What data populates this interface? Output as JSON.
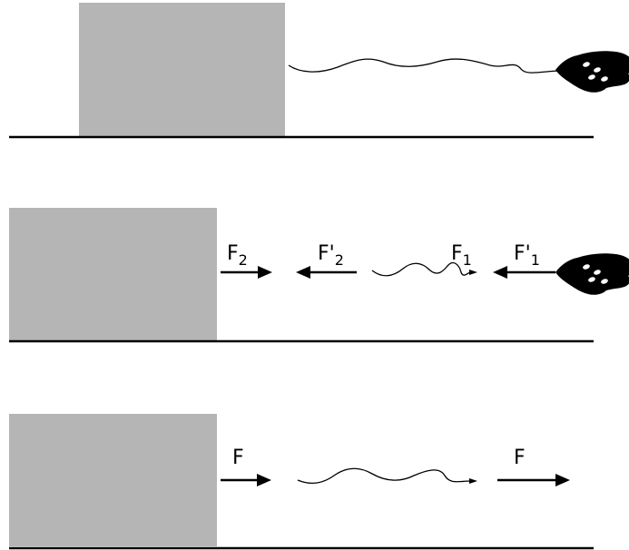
{
  "colors": {
    "block": "#b5b5b5",
    "ink": "#000000",
    "background": "#ffffff"
  },
  "icons": [
    "hand-icon"
  ],
  "panels": [
    {
      "name": "panel-1",
      "labels": []
    },
    {
      "name": "panel-2",
      "labels": {
        "f2": {
          "main": "F",
          "sub": "2"
        },
        "f2_prime": {
          "main": "F'",
          "sub": "2"
        },
        "f1": {
          "main": "F",
          "sub": "1"
        },
        "f1_prime": {
          "main": "F'",
          "sub": "1"
        }
      }
    },
    {
      "name": "panel-3",
      "labels": {
        "f_left": "F",
        "f_right": "F"
      }
    }
  ]
}
